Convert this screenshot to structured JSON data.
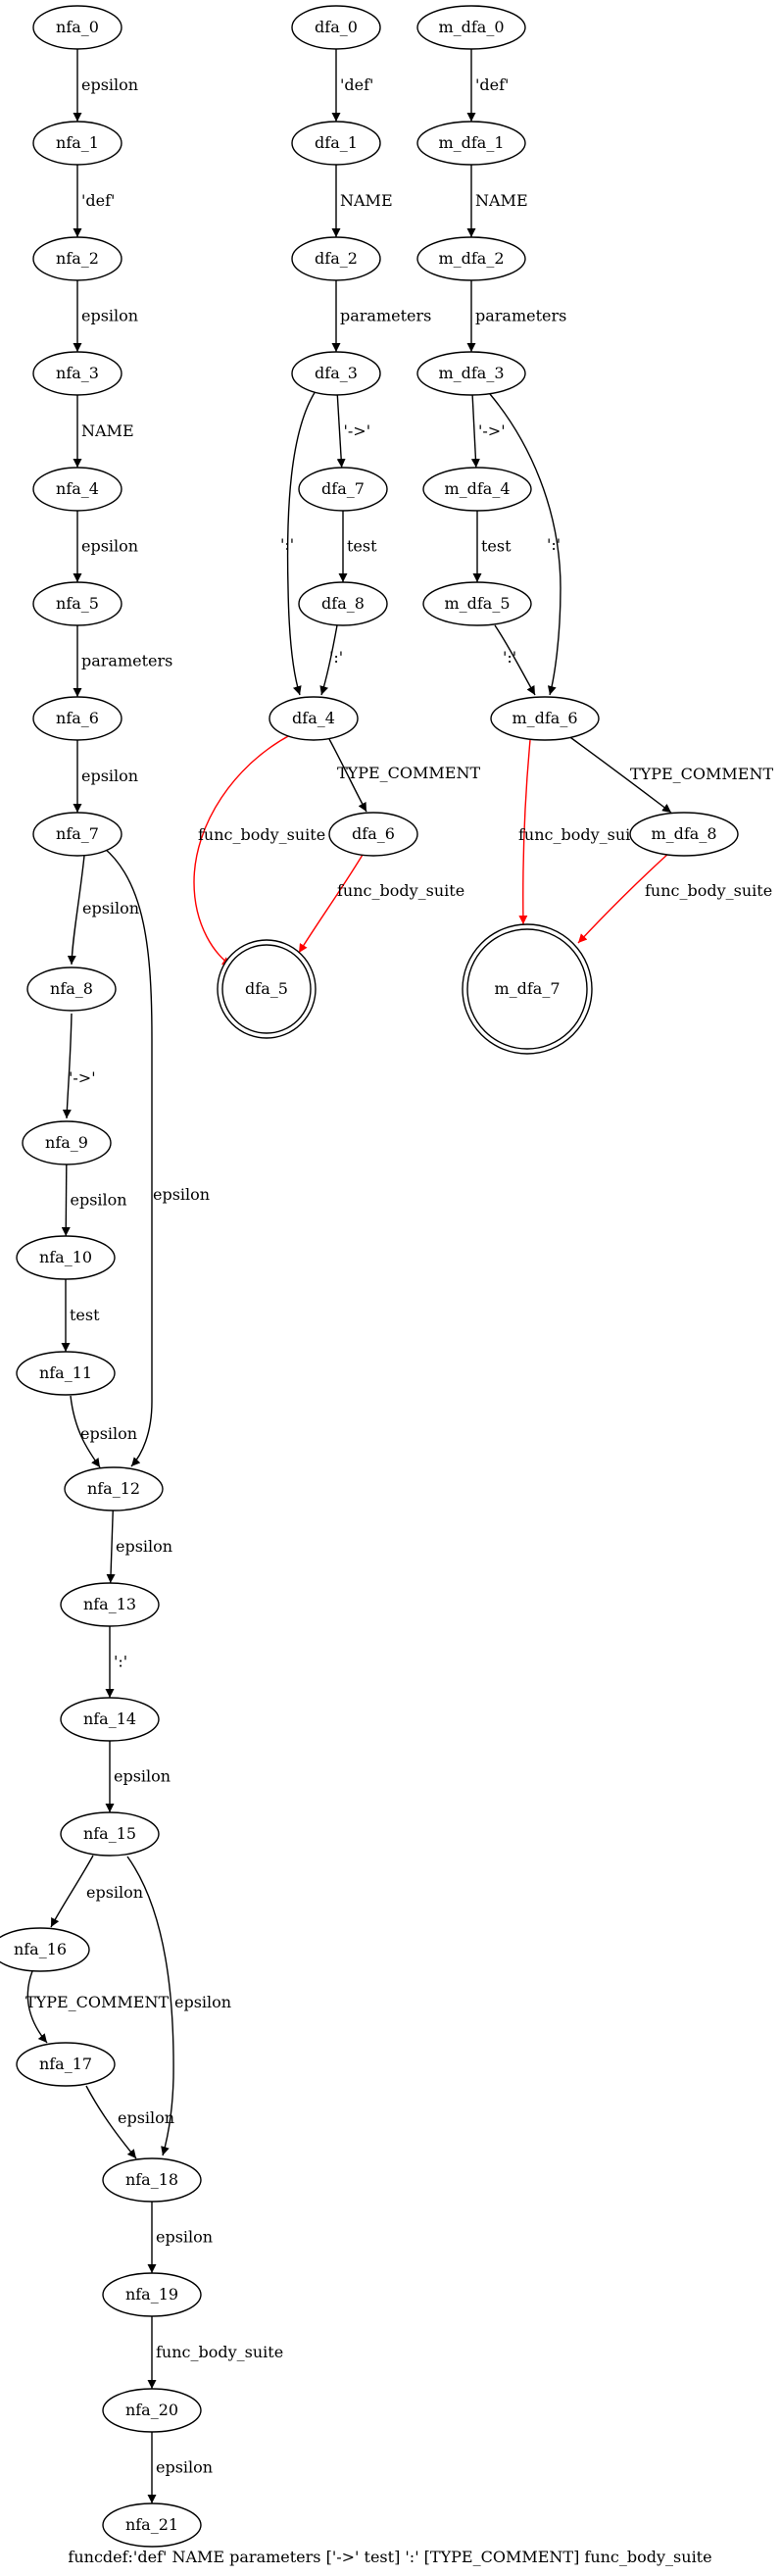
{
  "colors": {
    "edge_default": "#000000",
    "edge_accept": "#ff0000"
  },
  "caption": "funcdef:'def' NAME parameters ['->' test] ':' [TYPE_COMMENT] func_body_suite",
  "nodes": [
    {
      "id": "nfa_0",
      "label": "nfa_0"
    },
    {
      "id": "nfa_1",
      "label": "nfa_1"
    },
    {
      "id": "nfa_2",
      "label": "nfa_2"
    },
    {
      "id": "nfa_3",
      "label": "nfa_3"
    },
    {
      "id": "nfa_4",
      "label": "nfa_4"
    },
    {
      "id": "nfa_5",
      "label": "nfa_5"
    },
    {
      "id": "nfa_6",
      "label": "nfa_6"
    },
    {
      "id": "nfa_7",
      "label": "nfa_7"
    },
    {
      "id": "nfa_8",
      "label": "nfa_8"
    },
    {
      "id": "nfa_9",
      "label": "nfa_9"
    },
    {
      "id": "nfa_10",
      "label": "nfa_10"
    },
    {
      "id": "nfa_11",
      "label": "nfa_11"
    },
    {
      "id": "nfa_12",
      "label": "nfa_12"
    },
    {
      "id": "nfa_13",
      "label": "nfa_13"
    },
    {
      "id": "nfa_14",
      "label": "nfa_14"
    },
    {
      "id": "nfa_15",
      "label": "nfa_15"
    },
    {
      "id": "nfa_16",
      "label": "nfa_16"
    },
    {
      "id": "nfa_17",
      "label": "nfa_17"
    },
    {
      "id": "nfa_18",
      "label": "nfa_18"
    },
    {
      "id": "nfa_19",
      "label": "nfa_19"
    },
    {
      "id": "nfa_20",
      "label": "nfa_20"
    },
    {
      "id": "nfa_21",
      "label": "nfa_21"
    },
    {
      "id": "dfa_0",
      "label": "dfa_0"
    },
    {
      "id": "dfa_1",
      "label": "dfa_1"
    },
    {
      "id": "dfa_2",
      "label": "dfa_2"
    },
    {
      "id": "dfa_3",
      "label": "dfa_3"
    },
    {
      "id": "dfa_7",
      "label": "dfa_7"
    },
    {
      "id": "dfa_8",
      "label": "dfa_8"
    },
    {
      "id": "dfa_4",
      "label": "dfa_4"
    },
    {
      "id": "dfa_6",
      "label": "dfa_6"
    },
    {
      "id": "dfa_5",
      "label": "dfa_5",
      "accepting": true
    },
    {
      "id": "m_dfa_0",
      "label": "m_dfa_0"
    },
    {
      "id": "m_dfa_1",
      "label": "m_dfa_1"
    },
    {
      "id": "m_dfa_2",
      "label": "m_dfa_2"
    },
    {
      "id": "m_dfa_3",
      "label": "m_dfa_3"
    },
    {
      "id": "m_dfa_4",
      "label": "m_dfa_4"
    },
    {
      "id": "m_dfa_5",
      "label": "m_dfa_5"
    },
    {
      "id": "m_dfa_6",
      "label": "m_dfa_6"
    },
    {
      "id": "m_dfa_8",
      "label": "m_dfa_8"
    },
    {
      "id": "m_dfa_7",
      "label": "m_dfa_7",
      "accepting": true
    }
  ],
  "edges": [
    {
      "from": "nfa_0",
      "to": "nfa_1",
      "label": "epsilon"
    },
    {
      "from": "nfa_1",
      "to": "nfa_2",
      "label": "'def'"
    },
    {
      "from": "nfa_2",
      "to": "nfa_3",
      "label": "epsilon"
    },
    {
      "from": "nfa_3",
      "to": "nfa_4",
      "label": "NAME"
    },
    {
      "from": "nfa_4",
      "to": "nfa_5",
      "label": "epsilon"
    },
    {
      "from": "nfa_5",
      "to": "nfa_6",
      "label": "parameters"
    },
    {
      "from": "nfa_6",
      "to": "nfa_7",
      "label": "epsilon"
    },
    {
      "from": "nfa_7",
      "to": "nfa_8",
      "label": "epsilon"
    },
    {
      "from": "nfa_7",
      "to": "nfa_12",
      "label": "epsilon"
    },
    {
      "from": "nfa_8",
      "to": "nfa_9",
      "label": "'->'"
    },
    {
      "from": "nfa_9",
      "to": "nfa_10",
      "label": "epsilon"
    },
    {
      "from": "nfa_10",
      "to": "nfa_11",
      "label": "test"
    },
    {
      "from": "nfa_11",
      "to": "nfa_12",
      "label": "epsilon"
    },
    {
      "from": "nfa_12",
      "to": "nfa_13",
      "label": "epsilon"
    },
    {
      "from": "nfa_13",
      "to": "nfa_14",
      "label": "':'"
    },
    {
      "from": "nfa_14",
      "to": "nfa_15",
      "label": "epsilon"
    },
    {
      "from": "nfa_15",
      "to": "nfa_16",
      "label": "epsilon"
    },
    {
      "from": "nfa_15",
      "to": "nfa_18",
      "label": "epsilon"
    },
    {
      "from": "nfa_16",
      "to": "nfa_17",
      "label": "TYPE_COMMENT"
    },
    {
      "from": "nfa_17",
      "to": "nfa_18",
      "label": "epsilon"
    },
    {
      "from": "nfa_18",
      "to": "nfa_19",
      "label": "epsilon"
    },
    {
      "from": "nfa_19",
      "to": "nfa_20",
      "label": "func_body_suite"
    },
    {
      "from": "nfa_20",
      "to": "nfa_21",
      "label": "epsilon"
    },
    {
      "from": "dfa_0",
      "to": "dfa_1",
      "label": "'def'"
    },
    {
      "from": "dfa_1",
      "to": "dfa_2",
      "label": "NAME"
    },
    {
      "from": "dfa_2",
      "to": "dfa_3",
      "label": "parameters"
    },
    {
      "from": "dfa_3",
      "to": "dfa_7",
      "label": "'->'"
    },
    {
      "from": "dfa_3",
      "to": "dfa_4",
      "label": "':'"
    },
    {
      "from": "dfa_7",
      "to": "dfa_8",
      "label": "test"
    },
    {
      "from": "dfa_8",
      "to": "dfa_4",
      "label": "':'"
    },
    {
      "from": "dfa_4",
      "to": "dfa_5",
      "label": "func_body_suite",
      "accept": true
    },
    {
      "from": "dfa_4",
      "to": "dfa_6",
      "label": "TYPE_COMMENT"
    },
    {
      "from": "dfa_6",
      "to": "dfa_5",
      "label": "func_body_suite",
      "accept": true
    },
    {
      "from": "m_dfa_0",
      "to": "m_dfa_1",
      "label": "'def'"
    },
    {
      "from": "m_dfa_1",
      "to": "m_dfa_2",
      "label": "NAME"
    },
    {
      "from": "m_dfa_2",
      "to": "m_dfa_3",
      "label": "parameters"
    },
    {
      "from": "m_dfa_3",
      "to": "m_dfa_4",
      "label": "'->'"
    },
    {
      "from": "m_dfa_3",
      "to": "m_dfa_6",
      "label": "':'"
    },
    {
      "from": "m_dfa_4",
      "to": "m_dfa_5",
      "label": "test"
    },
    {
      "from": "m_dfa_5",
      "to": "m_dfa_6",
      "label": "':'"
    },
    {
      "from": "m_dfa_6",
      "to": "m_dfa_7",
      "label": "func_body_suite",
      "accept": true
    },
    {
      "from": "m_dfa_6",
      "to": "m_dfa_8",
      "label": "TYPE_COMMENT"
    },
    {
      "from": "m_dfa_8",
      "to": "m_dfa_7",
      "label": "func_body_suite",
      "accept": true
    }
  ]
}
